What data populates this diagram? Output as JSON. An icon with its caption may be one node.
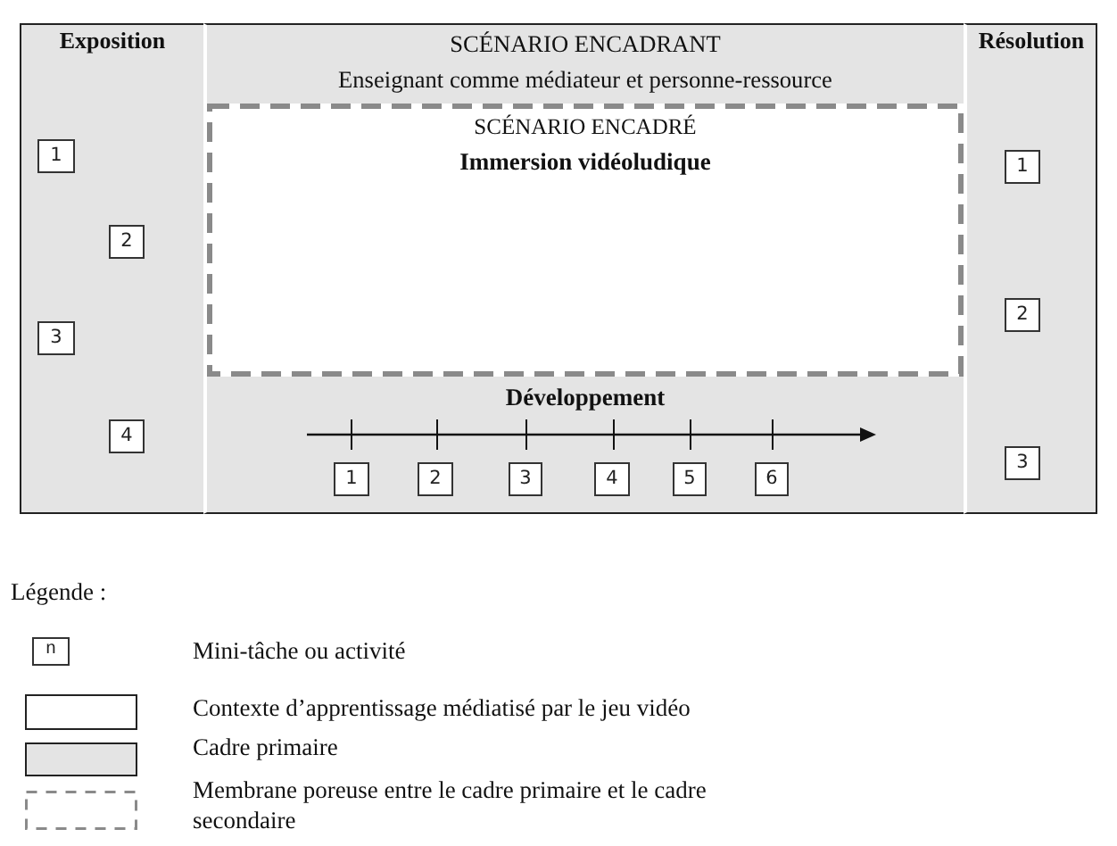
{
  "diagram": {
    "nodes": [
      {
        "text": [
          "Exposition"
        ]
      },
      {
        "text": [
          "1"
        ],
        "in": 0
      },
      {
        "text": [
          "2"
        ],
        "in": 0
      },
      {
        "text": [
          "3"
        ],
        "in": 0
      },
      {
        "text": [
          "4"
        ],
        "in": 0
      },
      {
        "text": [
          "SCÉNARIO ENCADRANT",
          "Enseignant comme médiateur et personne-ressource",
          "Développement"
        ]
      },
      {
        "text": [
          "SCÉNARIO ENCADRÉ",
          "Immersion vidéoludique"
        ],
        "in": 5
      },
      {
        "text": [
          "1"
        ],
        "in": 5
      },
      {
        "text": [
          "2"
        ],
        "in": 5
      },
      {
        "text": [
          "3"
        ],
        "in": 5
      },
      {
        "text": [
          "4"
        ],
        "in": 5
      },
      {
        "text": [
          "5"
        ],
        "in": 5
      },
      {
        "text": [
          "6"
        ],
        "in": 5
      },
      {
        "text": [
          "Résolution"
        ]
      },
      {
        "text": [
          "1"
        ],
        "in": 13
      },
      {
        "text": [
          "2"
        ],
        "in": 13
      },
      {
        "text": [
          "3"
        ],
        "in": 13
      },
      {
        "text": [
          "n"
        ]
      }
    ],
    "labels": [
      "Légende :"
    ],
    "legend": [
      {
        "text": "Mini-tâche ou activité"
      },
      {
        "text": "Contexte d’apprentissage médiatisé par le jeu vidéo",
        "color": "#ffffff"
      },
      {
        "text": "Cadre primaire",
        "color": "#e4e4e4"
      },
      {
        "text": "Membrane poreuse entre le cadre primaire et le cadre secondaire"
      }
    ]
  }
}
